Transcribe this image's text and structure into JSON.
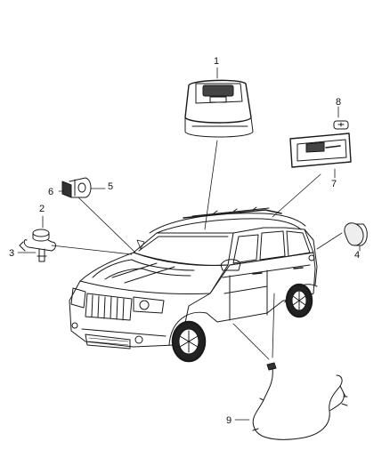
{
  "diagram": {
    "type": "exploded parts diagram",
    "callouts": [
      {
        "number": "1",
        "part": "overhead console"
      },
      {
        "number": "2",
        "part": "sensor"
      },
      {
        "number": "3",
        "part": "sensor bracket"
      },
      {
        "number": "4",
        "part": "lamp"
      },
      {
        "number": "5",
        "part": "sensor"
      },
      {
        "number": "6",
        "part": "bracket"
      },
      {
        "number": "7",
        "part": "dome lamp"
      },
      {
        "number": "8",
        "part": "bulb"
      },
      {
        "number": "9",
        "part": "wiring harness"
      }
    ]
  }
}
